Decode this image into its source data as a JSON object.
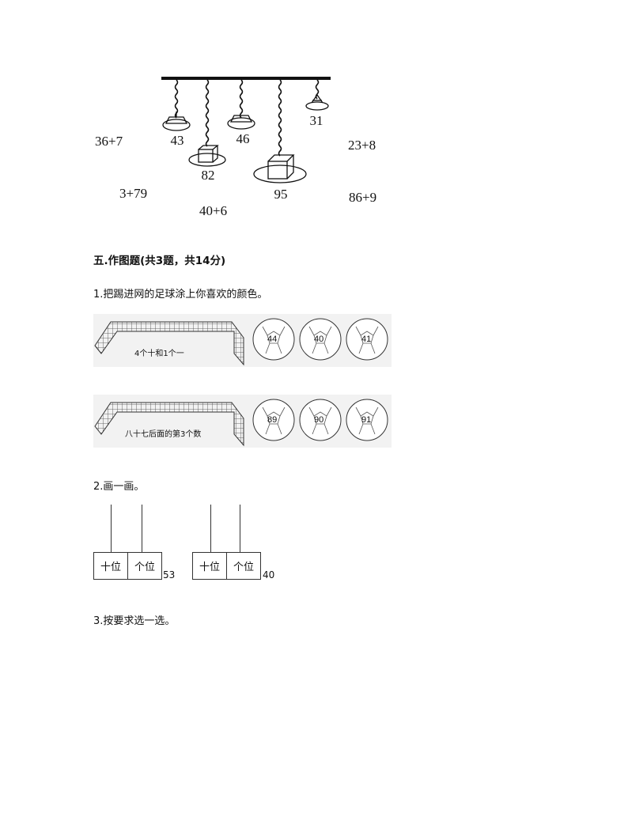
{
  "lamps": {
    "expressions": [
      "36+7",
      "23+8",
      "3+79",
      "40+6",
      "86+9"
    ],
    "numbers": [
      "31",
      "43",
      "46",
      "82",
      "95"
    ]
  },
  "section5": {
    "title": "五.作图题(共3题，共14分)",
    "q1": {
      "text": "1.把踢进网的足球涂上你喜欢的颜色。",
      "row1": {
        "clue": "4个十和1个一",
        "balls": [
          "44",
          "40",
          "41"
        ]
      },
      "row2": {
        "clue": "八十七后面的第3个数",
        "balls": [
          "89",
          "90",
          "91"
        ]
      }
    },
    "q2": {
      "text": "2.画一画。",
      "tens_label": "十位",
      "ones_label": "个位",
      "abacus": [
        "53",
        "40"
      ]
    },
    "q3": {
      "text": "3.按要求选一选。"
    }
  }
}
